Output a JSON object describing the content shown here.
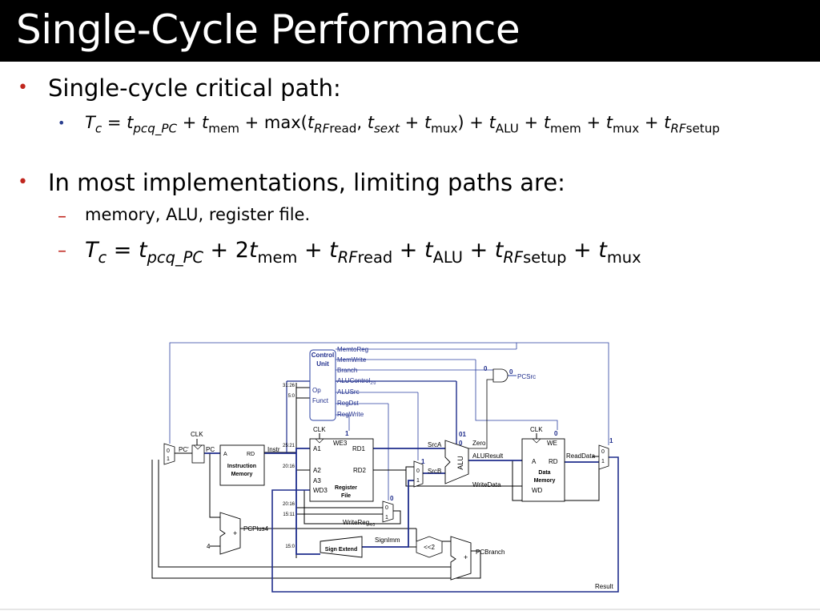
{
  "slide": {
    "title": "Single-Cycle Performance",
    "bullets": [
      {
        "text": "Single-cycle critical path:"
      },
      {
        "text": "In most implementations, limiting paths are:"
      }
    ],
    "sub_memory": "memory, ALU, register file.",
    "formula1": {
      "T": "T",
      "c": "c",
      "eq": " = ",
      "t": "t",
      "pcq": "pcq_PC",
      "plus": " + ",
      "mem": "mem",
      "max": " + max(",
      "RF": "RF",
      "read": "read",
      "comma": ", ",
      "sext": "sext",
      "mux": "mux",
      "close": ") + ",
      "ALU": "ALU",
      "setup": "setup"
    },
    "formula2": {
      "two": " + 2"
    }
  },
  "diagram": {
    "labels": {
      "control_unit": [
        "Control",
        "Unit"
      ],
      "memtoreg": "MemtoReg",
      "memwrite": "MemWrite",
      "branch": "Branch",
      "alucontrol": "ALUControl",
      "alucontrol_sub": "2:0",
      "alusrc": "ALUSrc",
      "regdst": "RegDst",
      "regwrite": "RegWrite",
      "op": "Op",
      "funct": "Funct",
      "b31_26": "31:26",
      "b5_0": "5:0",
      "pcsrc": "PCSrc",
      "clk": "CLK",
      "pc": "PC",
      "pc_prime": "PC'",
      "a": "A",
      "rd": "RD",
      "instr_mem": [
        "Instruction",
        "Memory"
      ],
      "instr": "Instr",
      "b25_21": "25:21",
      "b20_16": "20:16",
      "b20_16b": "20:16",
      "b15_11": "15:11",
      "b15_0": "15:0",
      "a1": "A1",
      "a2": "A2",
      "a3": "A3",
      "wd3": "WD3",
      "we3": "WE3",
      "rd1": "RD1",
      "rd2": "RD2",
      "reg_file": [
        "Register",
        "File"
      ],
      "srca": "SrcA",
      "srcb": "SrcB",
      "zero": "Zero",
      "alu": "ALU",
      "aluresult": "ALUResult",
      "writedata": "WriteData",
      "we": "WE",
      "wd": "WD",
      "readdata": "ReadData",
      "data_mem": [
        "Data",
        "Memory"
      ],
      "writereg": "WriteReg",
      "writereg_sub": "4:0",
      "signimm": "SignImm",
      "sign_extend": "Sign Extend",
      "shl2": "<<2",
      "pcplus4": "PCPlus4",
      "pcbranch": "PCBranch",
      "four": "4",
      "result": "Result",
      "plus": "+",
      "m0": "0",
      "m1": "1"
    },
    "annotations": {
      "branch_val": "0",
      "and_val": "0",
      "regwrite_val": "1",
      "alu_ctrl_val": "01",
      "alu_zero_val": "0",
      "alusrc_val": "1",
      "memwrite_val": "0",
      "memtoreg_val": "1",
      "regdst_val": "0"
    },
    "critical_path_color": "#1f2d8c"
  }
}
